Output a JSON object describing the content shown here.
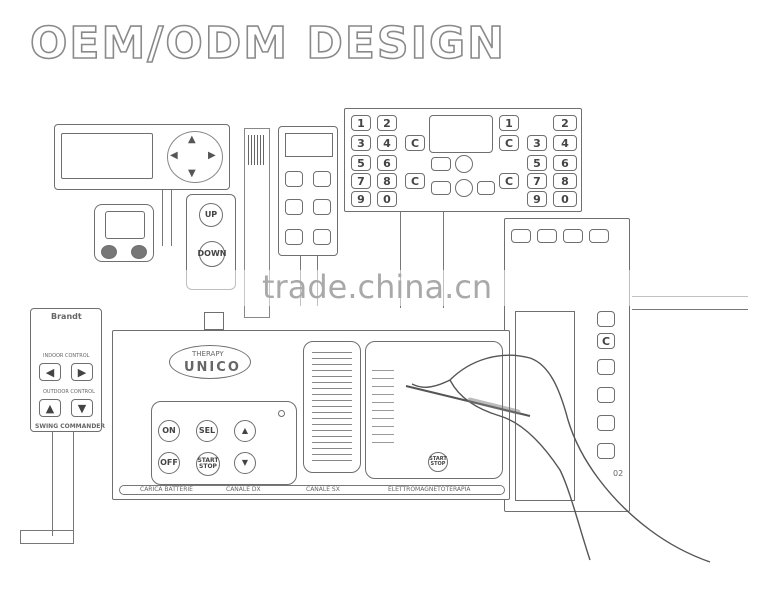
{
  "heading": "OEM/ODM DESIGN",
  "watermark": "trade.china.cn",
  "keypad": {
    "keys": [
      "1",
      "2",
      "1",
      "2",
      "3",
      "4",
      "C",
      "C",
      "3",
      "4",
      "5",
      "6",
      "5",
      "6",
      "7",
      "8",
      "C",
      "C",
      "7",
      "8",
      "9",
      "0",
      "9",
      "0"
    ]
  },
  "small_remote": {
    "up": "UP",
    "down": "DOWN"
  },
  "brand_panel": {
    "brand": "Brandt",
    "section1": "INDOOR CONTROL",
    "section2": "OUTDOOR CONTROL",
    "footer": "SWING COMMANDER"
  },
  "therapy_panel": {
    "title_top": "THERAPY",
    "title_main": "UNICO",
    "buttons": [
      "ON",
      "SEL",
      "OFF",
      "START STOP"
    ],
    "right_button": "START STOP",
    "footer": [
      "CARICA BATTERIE",
      "CANALE DX",
      "CANALE SX",
      "ELETTROMAGNETOTERAPIA"
    ]
  },
  "right_panel": {
    "keys": [
      "C",
      "02"
    ]
  }
}
